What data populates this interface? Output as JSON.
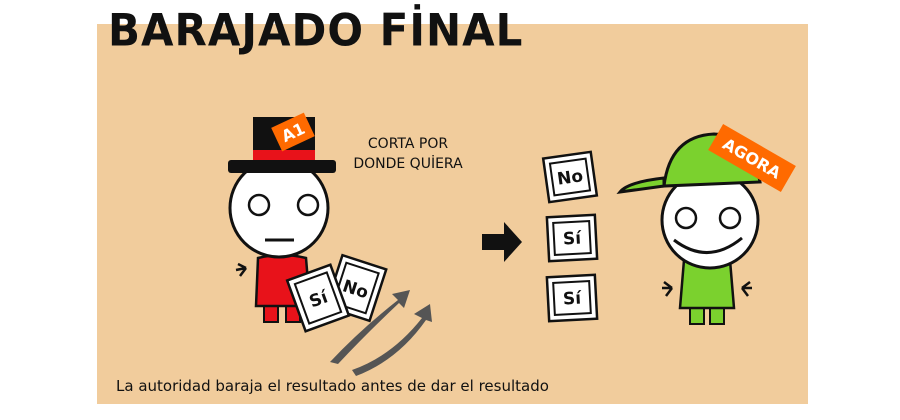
{
  "title": "BARAJADO FİNAL",
  "speech": [
    "CORTA POR",
    "DONDE QUİERA"
  ],
  "caption": "La autoridad baraja el resultado antes de dar el resultado",
  "left_character": {
    "badge": "A1",
    "cards": [
      "No",
      "Sí"
    ]
  },
  "right_character": {
    "badge": "AGORA",
    "cards": [
      "No",
      "Sí",
      "Sí"
    ]
  },
  "colors": {
    "panel": "#f1cc9c",
    "badge": "#ff6a00",
    "left_body": "#e8121a",
    "right_body": "#7bd12e",
    "arrows": "#555555"
  }
}
